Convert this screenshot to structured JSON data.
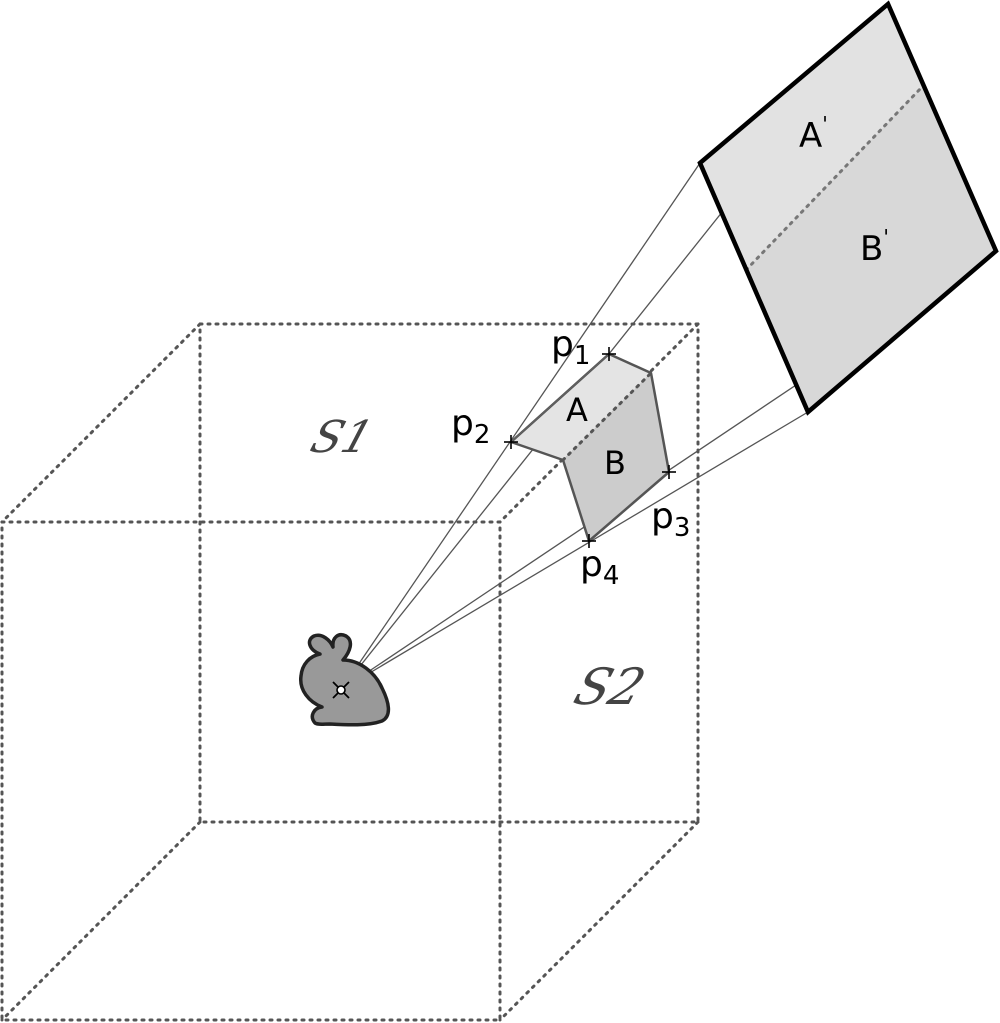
{
  "colors": {
    "ink": "#000000",
    "dotted": "#555555",
    "ray": "#555555",
    "face_light": "#e4e4e4",
    "face_dark": "#cccccc",
    "plane_light": "#e2e2e2",
    "plane_dark": "#d8d8d8",
    "bunny_fill": "#999999",
    "region_label": "#444444"
  },
  "points": {
    "p1": {
      "name": "p",
      "sub": "1"
    },
    "p2": {
      "name": "p",
      "sub": "2"
    },
    "p3": {
      "name": "p",
      "sub": "3"
    },
    "p4": {
      "name": "p",
      "sub": "4"
    }
  },
  "patches": {
    "a": "A",
    "b": "B"
  },
  "projected": {
    "a": "A",
    "a_mark": "'",
    "b": "B",
    "b_mark": "'"
  },
  "regions": {
    "s1": "S1",
    "s2": "S2"
  },
  "icons": {
    "viewer": "bunny-icon",
    "point_marker": "plus-marker",
    "eye": "crosshair-icon"
  }
}
